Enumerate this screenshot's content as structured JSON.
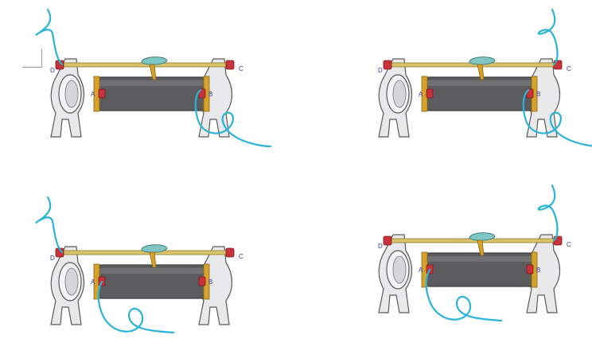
{
  "colors": {
    "background": "#ffffff",
    "frame": "#e9e9ec",
    "frame_stroke": "#5a5a5a",
    "coil": "#5c5c5f",
    "coil_dark": "#3c3c3e",
    "rod": "#d8c36a",
    "band": "#d8a22a",
    "slider": "#7fc6c4",
    "terminal": "#c8323a",
    "wire": "#2ab3d8",
    "label": "#2a3aa0"
  },
  "panels": [
    {
      "id": "panel-1",
      "labels": {
        "A": "A",
        "B": "B",
        "C": "C",
        "D": "D"
      },
      "wires": [
        "D",
        "B"
      ]
    },
    {
      "id": "panel-2",
      "labels": {
        "A": "A",
        "B": "B",
        "C": "C",
        "D": "D"
      },
      "wires": [
        "C",
        "B"
      ]
    },
    {
      "id": "panel-3",
      "labels": {
        "A": "A",
        "B": "B",
        "C": "C",
        "D": "D"
      },
      "wires": [
        "D",
        "A"
      ]
    },
    {
      "id": "panel-4",
      "labels": {
        "A": "A",
        "B": "B",
        "C": "C",
        "D": "D"
      },
      "wires": [
        "C",
        "A"
      ]
    }
  ]
}
